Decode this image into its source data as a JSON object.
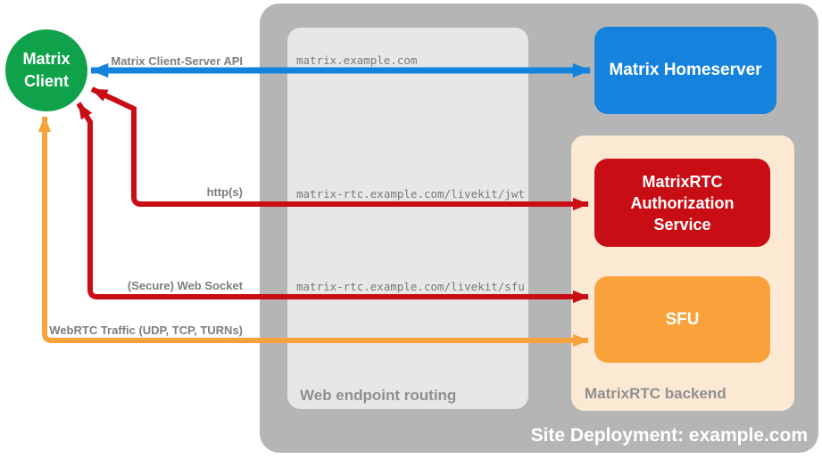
{
  "diagram": {
    "site": {
      "label": "Site Deployment: example.com"
    },
    "groups": {
      "web_endpoint_routing": {
        "label": "Web endpoint routing"
      },
      "matrixrtc_backend": {
        "label": "MatrixRTC backend"
      }
    },
    "nodes": {
      "matrix_client": {
        "label": "Matrix\nClient",
        "color": "#0fa24b"
      },
      "matrix_homeserver": {
        "label": "Matrix Homeserver",
        "color": "#1583dd"
      },
      "matrixrtc_authorization_service": {
        "label": "MatrixRTC Authorization Service",
        "color": "#c90d15"
      },
      "sfu": {
        "label": "SFU",
        "color": "#f9a13b"
      }
    },
    "endpoints": {
      "homeserver_route": "matrix.example.com",
      "jwt_route": "matrix-rtc.example.com/livekit/jwt",
      "sfu_route": "matrix-rtc.example.com/livekit/sfu"
    },
    "connections": [
      {
        "label": "Matrix Client-Server API",
        "color": "#1583dd",
        "style": "bidirectional"
      },
      {
        "label": "http(s)",
        "color": "#c90d15",
        "style": "bidirectional"
      },
      {
        "label": "(Secure) Web Socket",
        "color": "#c90d15",
        "style": "bidirectional"
      },
      {
        "label": "WebRTC Traffic (UDP, TCP, TURNs)",
        "color": "#f9a13b",
        "style": "bidirectional"
      }
    ]
  }
}
